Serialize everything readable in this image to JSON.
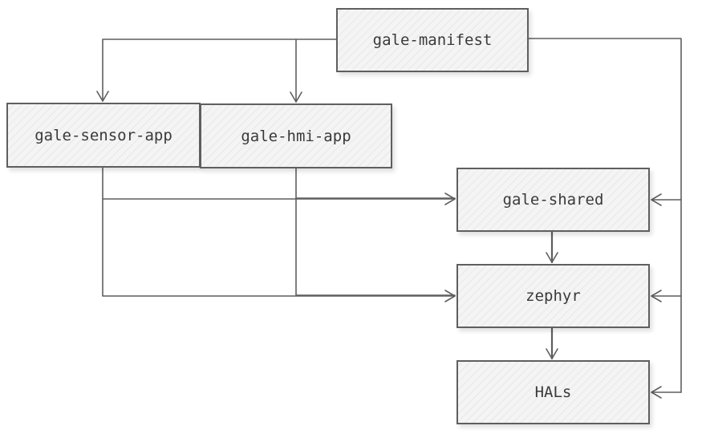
{
  "diagram": {
    "nodes": {
      "manifest": "gale-manifest",
      "sensor_app": "gale-sensor-app",
      "hmi_app": "gale-hmi-app",
      "shared": "gale-shared",
      "zephyr": "zephyr",
      "hals": "HALs"
    },
    "edges": [
      {
        "from": "gale-manifest",
        "to": "gale-sensor-app"
      },
      {
        "from": "gale-manifest",
        "to": "gale-hmi-app"
      },
      {
        "from": "gale-manifest",
        "to": "gale-shared"
      },
      {
        "from": "gale-manifest",
        "to": "zephyr"
      },
      {
        "from": "gale-manifest",
        "to": "HALs"
      },
      {
        "from": "gale-sensor-app",
        "to": "gale-shared"
      },
      {
        "from": "gale-sensor-app",
        "to": "zephyr"
      },
      {
        "from": "gale-hmi-app",
        "to": "gale-shared"
      },
      {
        "from": "gale-hmi-app",
        "to": "zephyr"
      },
      {
        "from": "gale-shared",
        "to": "zephyr"
      },
      {
        "from": "zephyr",
        "to": "HALs"
      }
    ],
    "colors": {
      "stroke": "#5f5f5f",
      "fill": "#f4f4f4",
      "text": "#3a3a3a"
    }
  }
}
